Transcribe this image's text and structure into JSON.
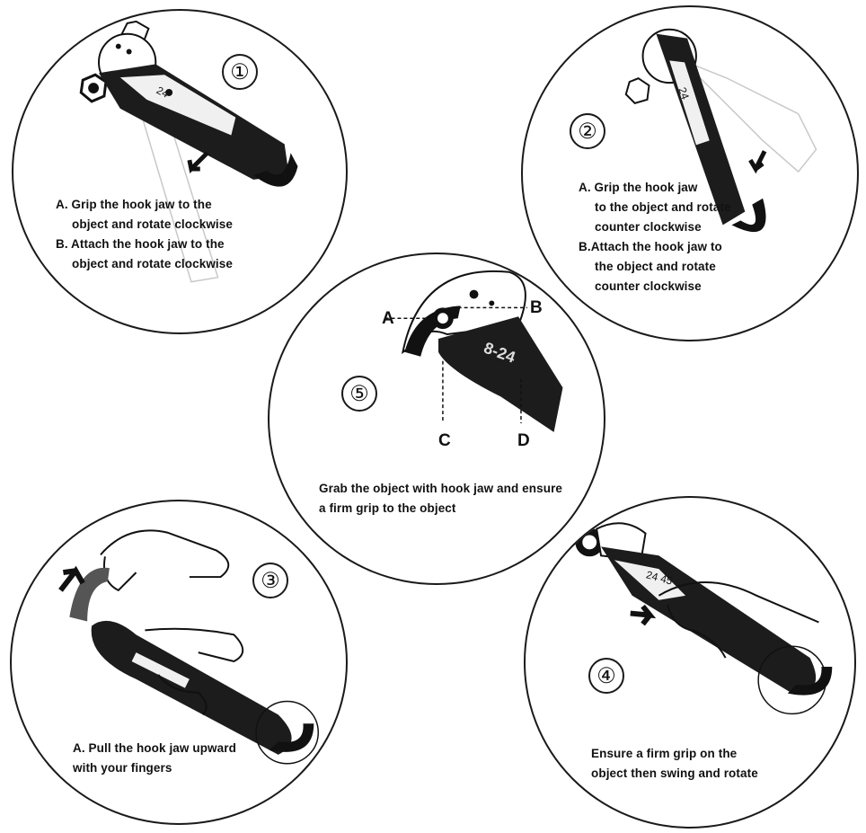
{
  "panels": {
    "p1": {
      "number": "①",
      "lines": [
        "A. Grip the hook jaw to the",
        "object and rotate clockwise",
        "B. Attach the hook jaw to the",
        "object and rotate clockwise"
      ]
    },
    "p2": {
      "number": "②",
      "lines": [
        "A. Grip the hook jaw",
        "to the object and rotate",
        "counter clockwise",
        "B.Attach the hook jaw to",
        "the object and rotate",
        "counter clockwise"
      ]
    },
    "p5": {
      "number": "⑤",
      "labels": {
        "a": "A",
        "b": "B",
        "c": "C",
        "d": "D"
      },
      "lines": [
        "Grab the object with hook jaw and ensure",
        "a firm grip to the object"
      ]
    },
    "p3": {
      "number": "③",
      "lines": [
        "A. Pull the hook jaw upward",
        "with your fingers"
      ]
    },
    "p4": {
      "number": "④",
      "lines": [
        "Ensure a firm grip on the",
        "object then swing and rotate"
      ]
    }
  },
  "icons": [
    "wrench-icon",
    "hand-icon",
    "arrow-icon",
    "hex-bolt-icon"
  ],
  "colors": {
    "ink": "#111111",
    "paper": "#ffffff",
    "shade": "#8a8a8a"
  }
}
